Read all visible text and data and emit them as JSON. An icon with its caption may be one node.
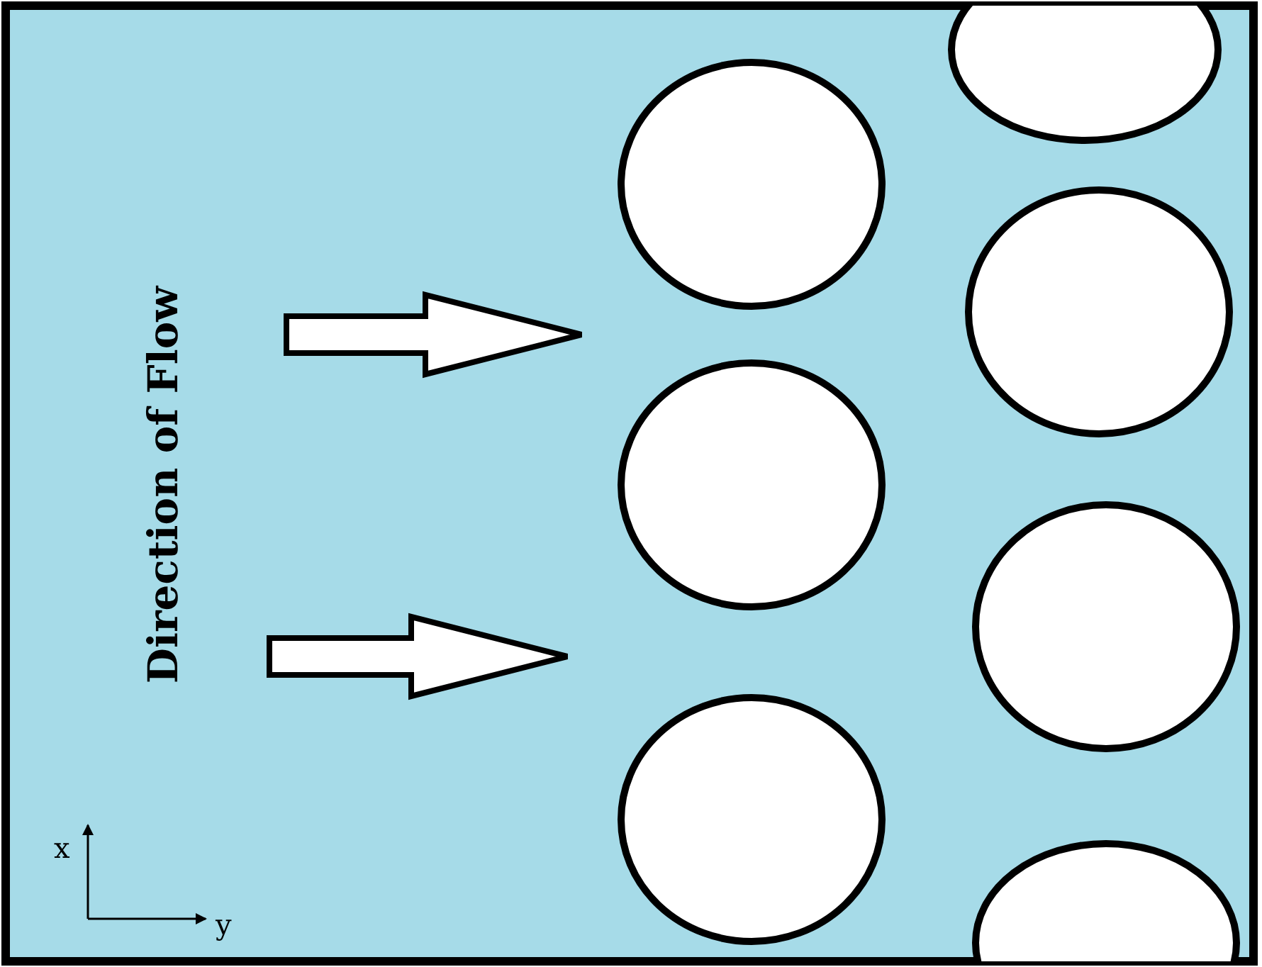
{
  "diagram": {
    "labels": [
      "Direction of Flow",
      "x",
      "y"
    ]
  }
}
